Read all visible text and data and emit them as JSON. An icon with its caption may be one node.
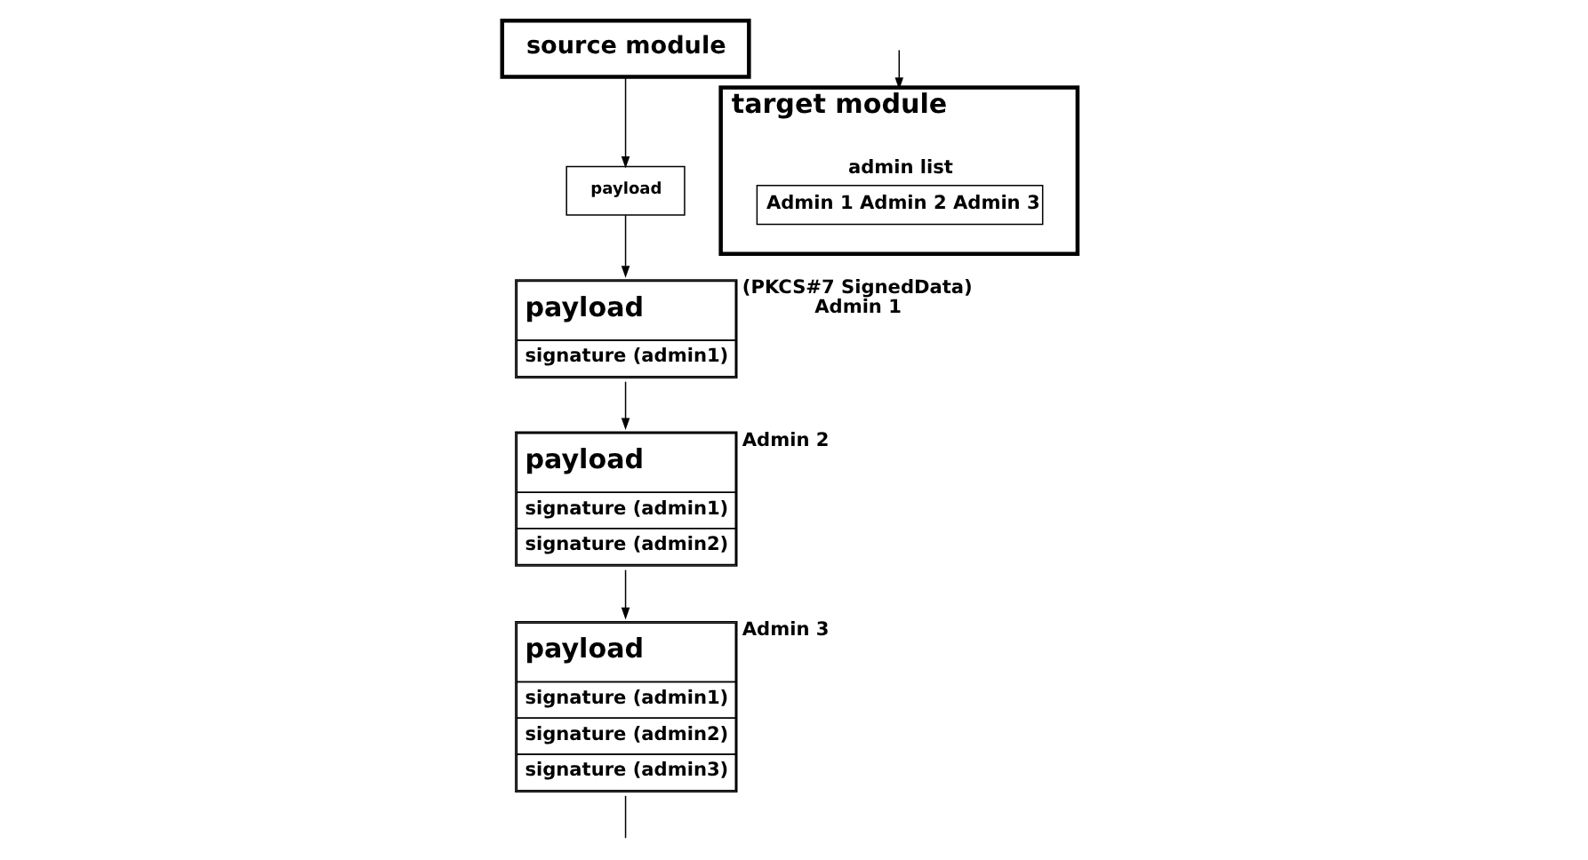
{
  "diagram": {
    "nodes": [
      {
        "text": [
          "source module"
        ]
      },
      {
        "text": [
          "payload"
        ]
      },
      {
        "text": [
          "payload",
          "signature (admin1)"
        ],
        "beside": [
          "(PKCS#7 SignedData)",
          "Admin 1"
        ]
      },
      {
        "text": [
          "payload",
          "signature (admin1)",
          "signature (admin2)"
        ],
        "beside": [
          "Admin 2"
        ]
      },
      {
        "text": [
          "payload",
          "signature (admin1)",
          "signature (admin2)",
          "signature (admin3)"
        ],
        "beside": [
          "Admin 3"
        ]
      },
      {
        "text": [
          "target module"
        ]
      },
      {
        "text": [
          "admin list",
          "Admin 1 Admin 2 Admin 3"
        ],
        "in": 5
      }
    ],
    "edges": [
      {
        "from": 0,
        "to": 1,
        "arrow": "to"
      },
      {
        "from": 1,
        "to": 2,
        "arrow": "to"
      },
      {
        "from": 2,
        "to": 3,
        "arrow": "to"
      },
      {
        "from": 3,
        "to": 4,
        "arrow": "to"
      },
      {
        "from": 4,
        "to": null,
        "arrow": "none"
      },
      {
        "from": null,
        "to": 5,
        "arrow": "to"
      }
    ]
  }
}
